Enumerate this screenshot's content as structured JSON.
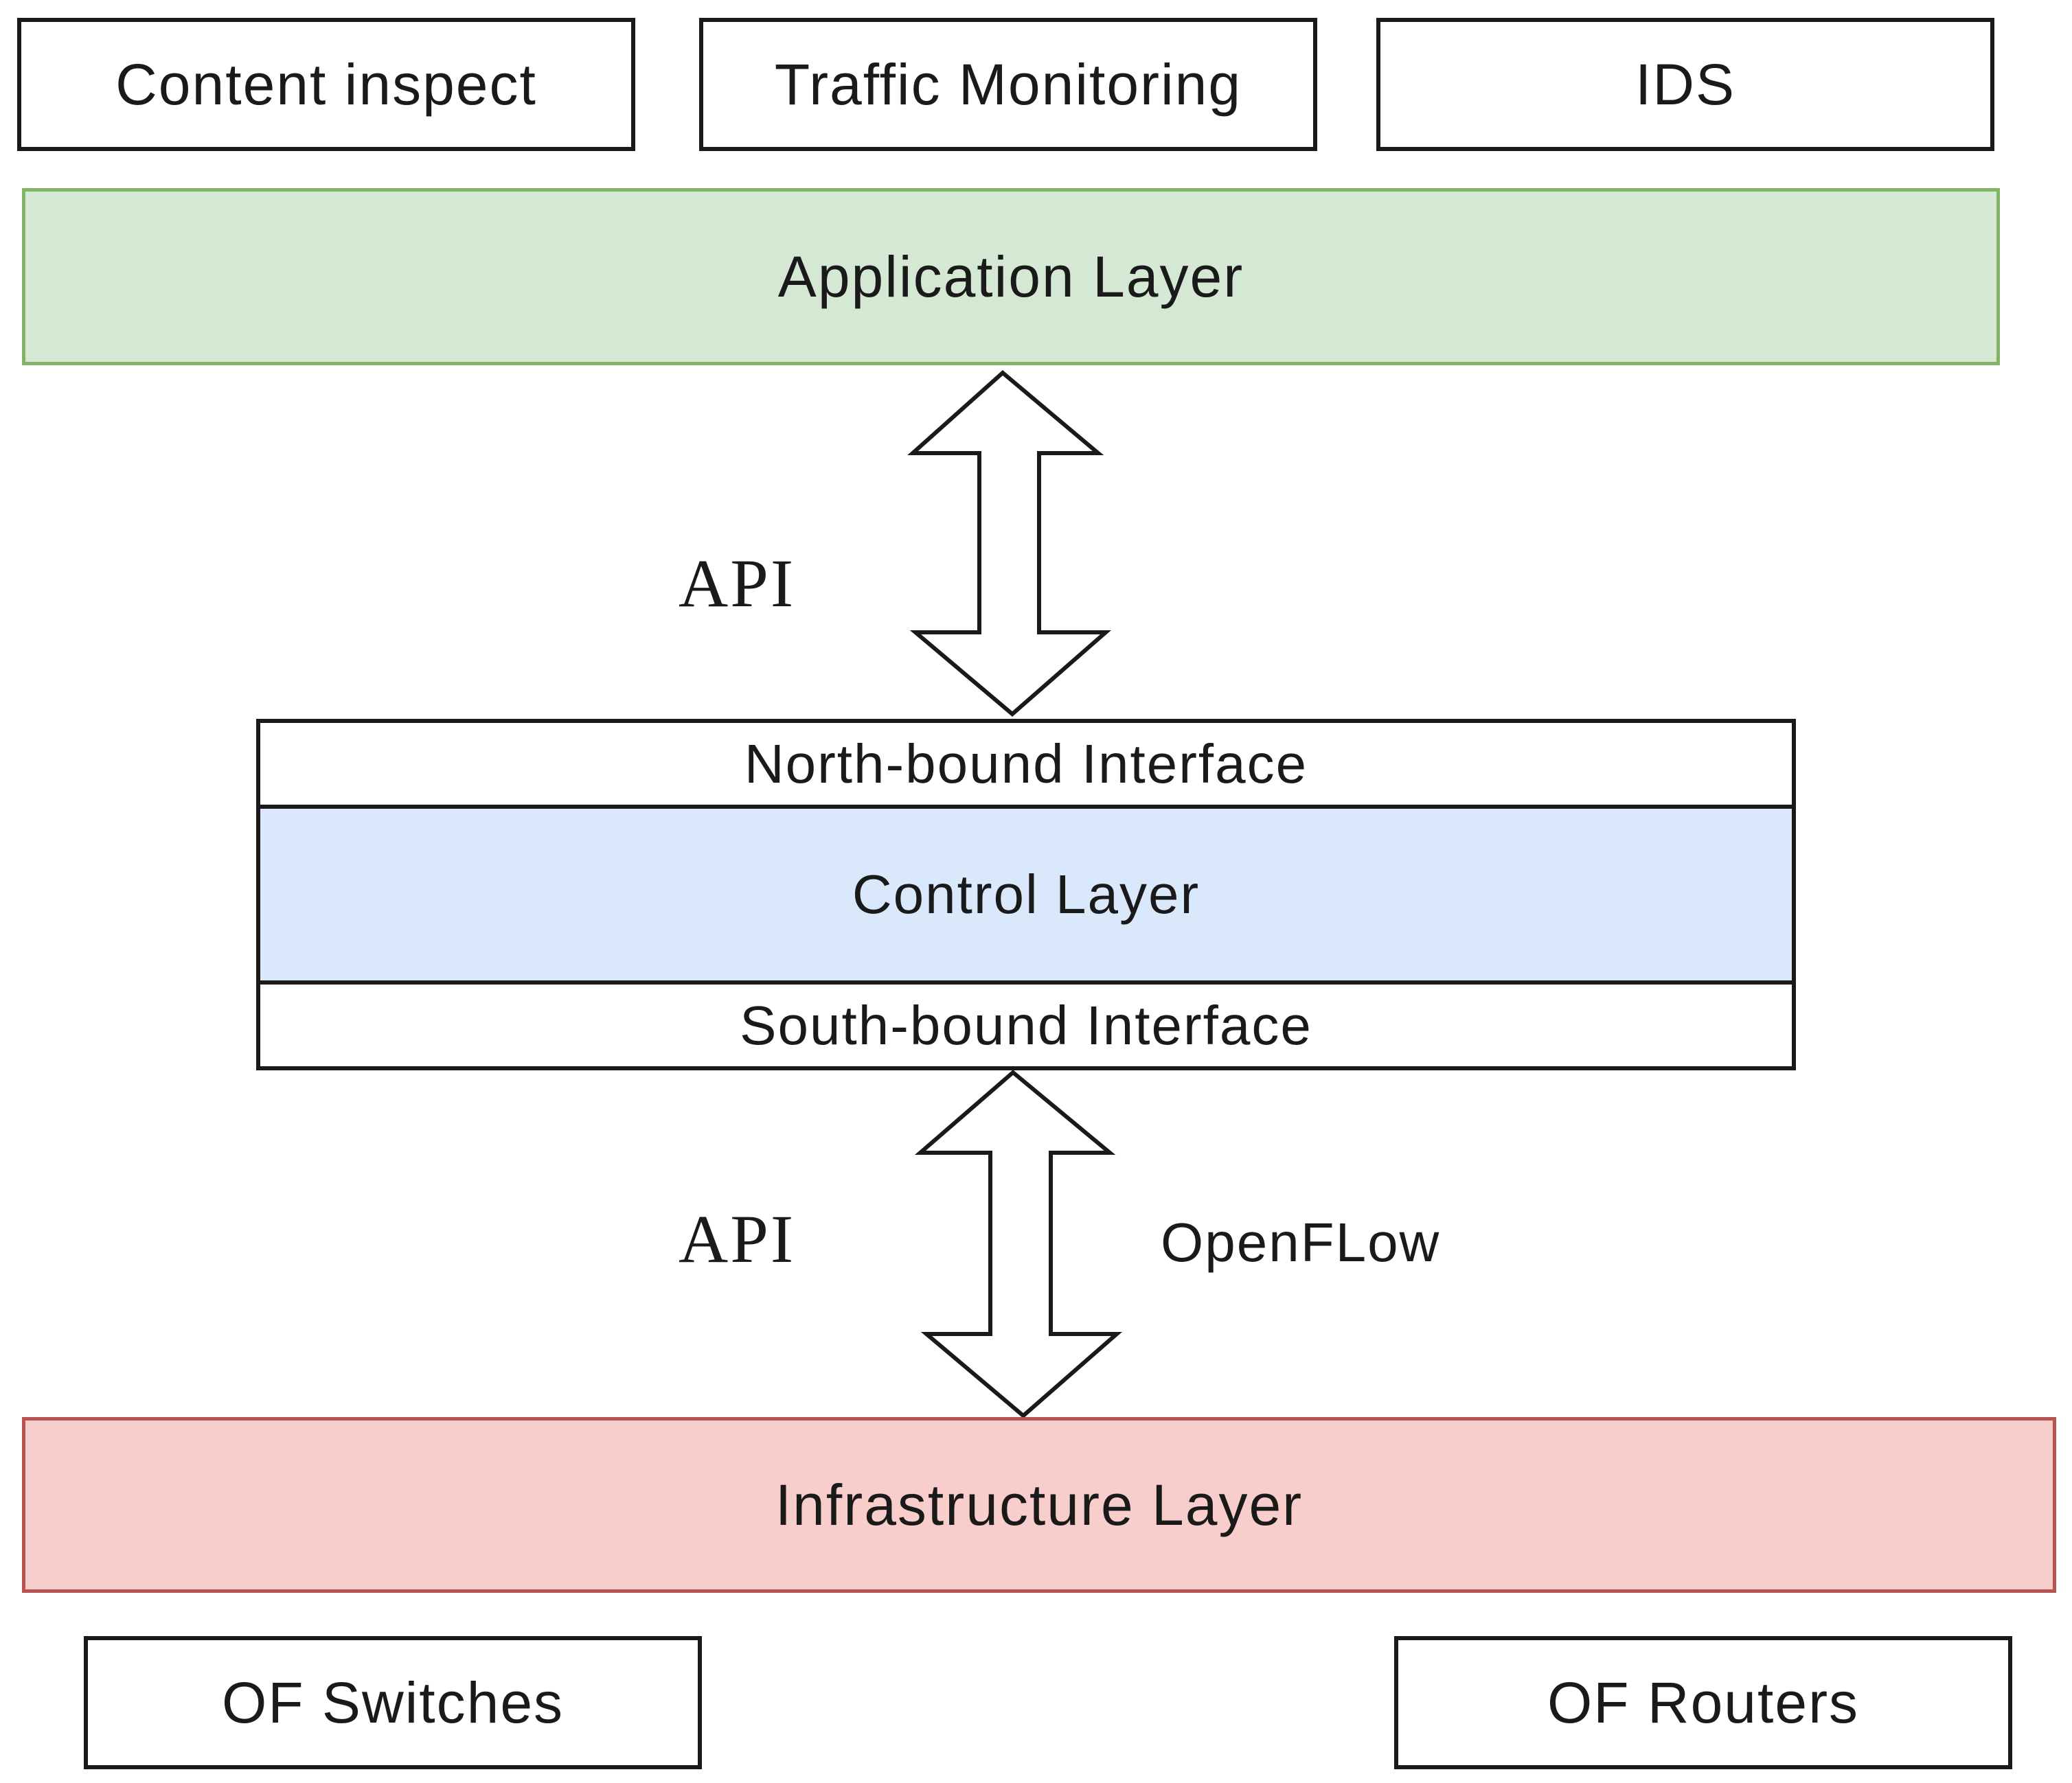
{
  "applications": {
    "content_inspect": "Content inspect",
    "traffic_monitoring": "Traffic Monitoring",
    "ids": "IDS"
  },
  "layers": {
    "application": "Application Layer",
    "north_bound": "North-bound Interface",
    "control": "Control Layer",
    "south_bound": "South-bound Interface",
    "infrastructure": "Infrastructure Layer"
  },
  "connectors": {
    "upper_api": "API",
    "lower_api": "API",
    "protocol": "OpenFLow"
  },
  "devices": {
    "switches": "OF Switches",
    "routers": "OF Routers"
  },
  "colors": {
    "application_fill": "#d5e8d4",
    "application_border": "#82b366",
    "control_fill": "#dae8fc",
    "infrastructure_fill": "#f8cecc",
    "infrastructure_border": "#b85450"
  }
}
